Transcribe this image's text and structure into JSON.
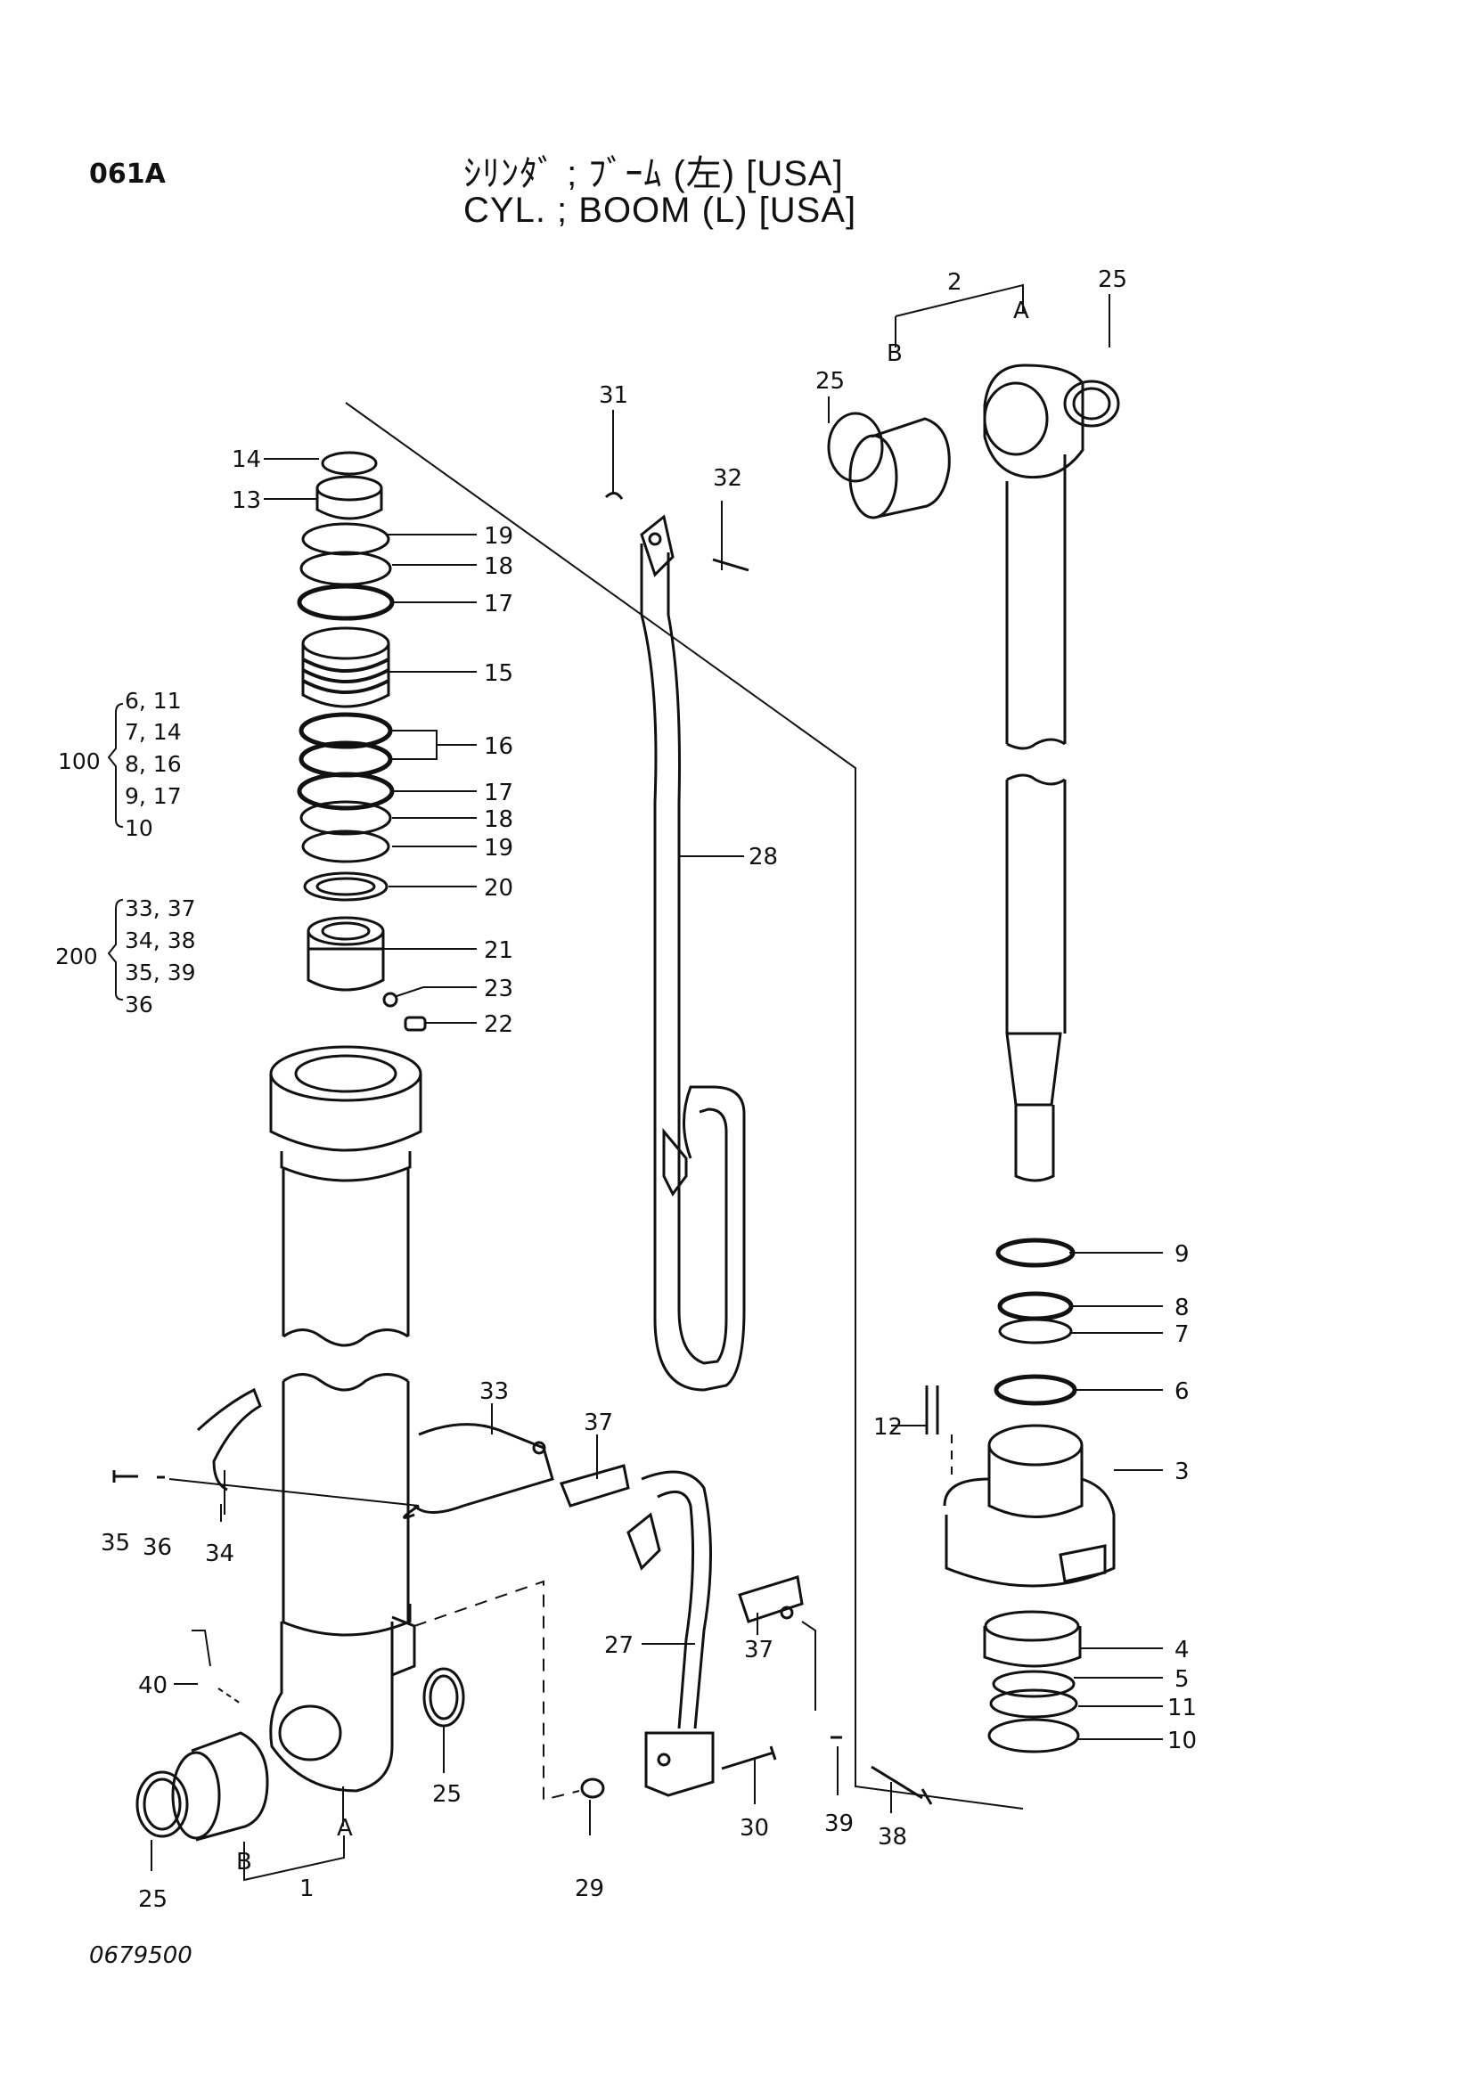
{
  "header": {
    "code": "061A",
    "title_jp": "ｼﾘﾝﾀﾞ ; ﾌﾞｰﾑ (左) [USA]",
    "title_en": "CYL. ; BOOM (L) [USA]"
  },
  "footer": {
    "drawing_no": "0679500"
  },
  "groups": [
    {
      "id": "100",
      "items": [
        "6, 11",
        "7, 14",
        "8, 16",
        "9, 17",
        "10"
      ]
    },
    {
      "id": "200",
      "items": [
        "33, 37",
        "34, 38",
        "35, 39",
        "36"
      ]
    }
  ],
  "labels": {
    "n14": "14",
    "n13": "13",
    "n19a": "19",
    "n18a": "18",
    "n17a": "17",
    "n15": "15",
    "n16": "16",
    "n17b": "17",
    "n18b": "18",
    "n19b": "19",
    "n20": "20",
    "n21": "21",
    "n23": "23",
    "n22": "22",
    "n31": "31",
    "n32": "32",
    "n28": "28",
    "n2": "2",
    "n25a": "25",
    "n25b": "25",
    "A1": "A",
    "B1": "B",
    "n9": "9",
    "n8": "8",
    "n7": "7",
    "n6": "6",
    "n12": "12",
    "n3": "3",
    "n4": "4",
    "n5": "5",
    "n11": "11",
    "n10": "10",
    "n33": "33",
    "n37a": "37",
    "n27": "27",
    "n37b": "37",
    "n35": "35",
    "n36": "36",
    "n34": "34",
    "n40": "40",
    "n25c": "25",
    "n25d": "25",
    "A2": "A",
    "B2": "B",
    "n1": "1",
    "n29": "29",
    "n30": "30",
    "n39": "39",
    "n38": "38"
  }
}
